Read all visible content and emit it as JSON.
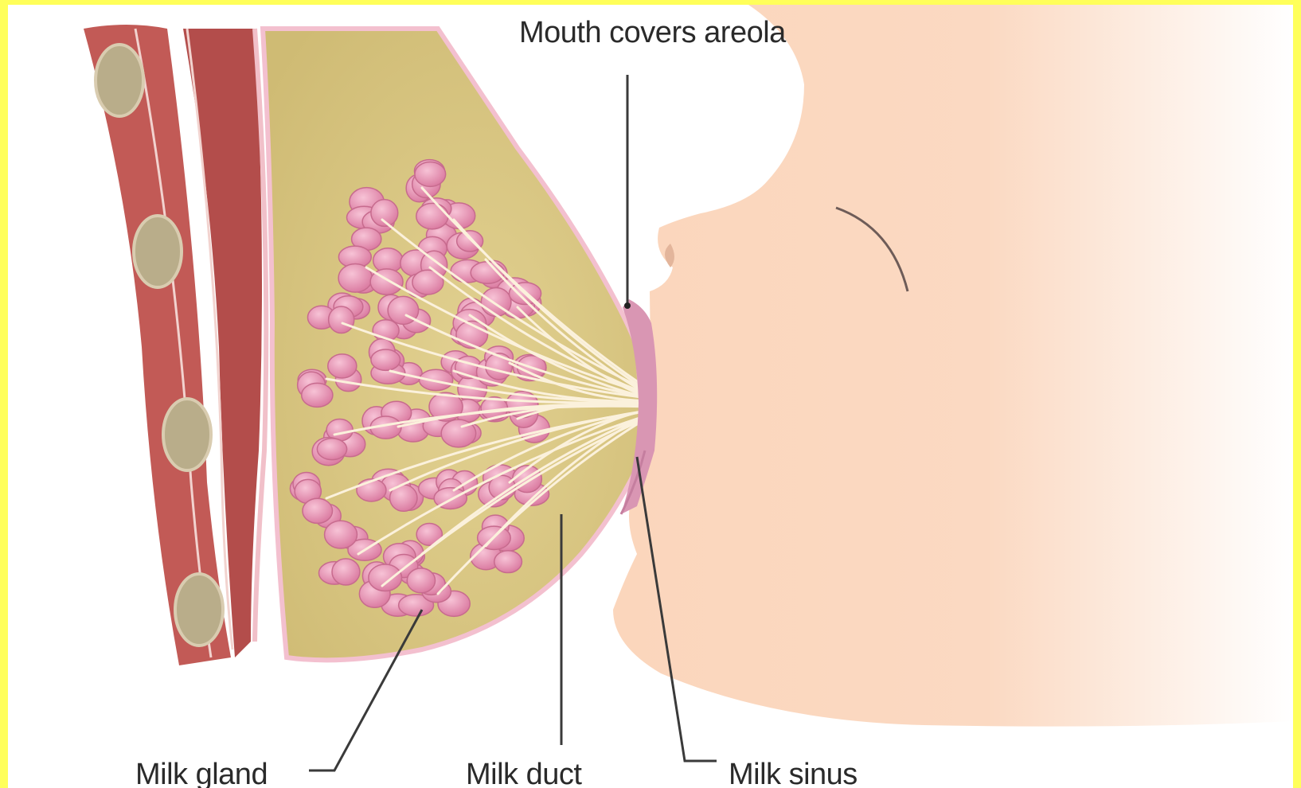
{
  "diagram": {
    "labels": {
      "mouth": "Mouth covers areola",
      "gland": "Milk gland",
      "duct": "Milk duct",
      "sinus": "Milk sinus"
    }
  },
  "colors": {
    "border": "#ffff5a",
    "muscle": "#c25a56",
    "rib": "#b9ad8a",
    "fat": "#dccb86",
    "gland_lobule": "#e897b6",
    "duct": "#fbf1dc",
    "areola": "#d996b3",
    "skin": "#fbd9c2"
  }
}
